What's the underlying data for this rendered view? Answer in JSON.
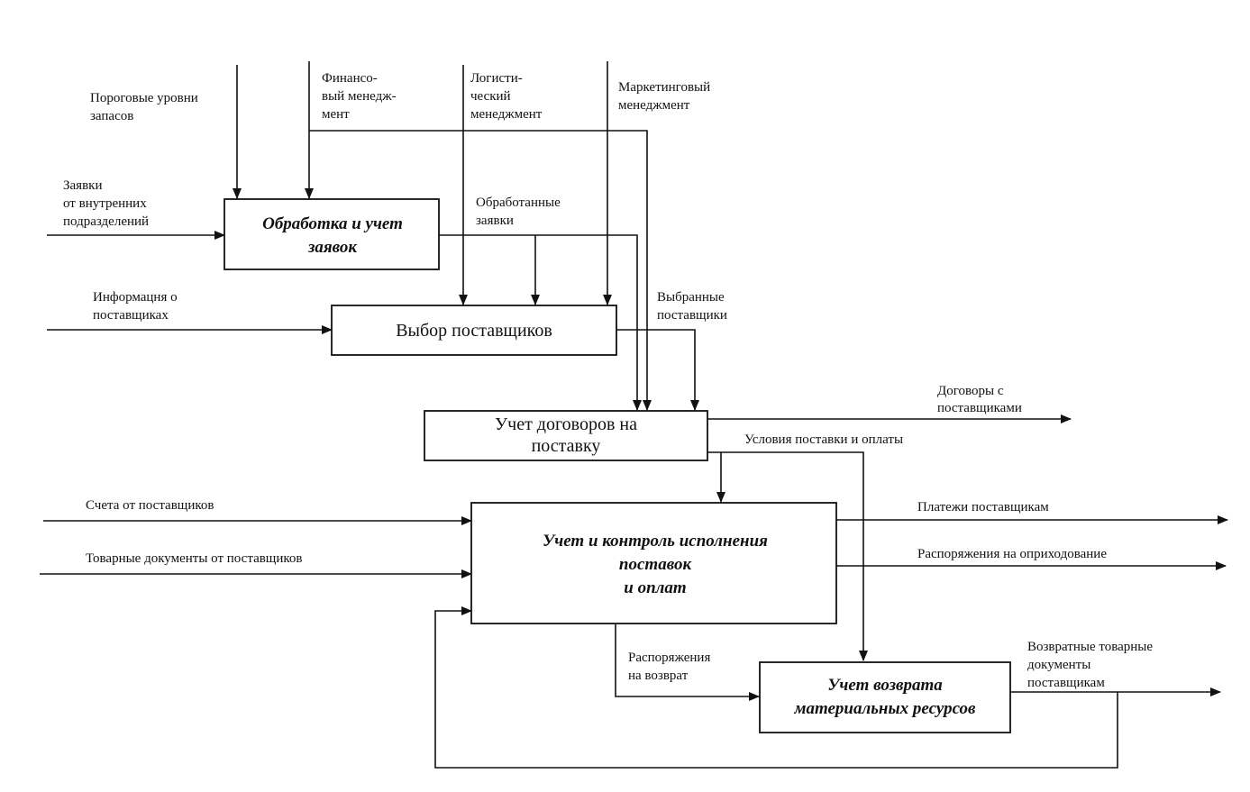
{
  "boxes": {
    "b1": {
      "lines": [
        "Обработка и учет",
        "заявок"
      ]
    },
    "b2": {
      "lines": [
        "Выбор поставщиков"
      ]
    },
    "b3": {
      "lines": [
        "Учет договоров на",
        "поставку"
      ]
    },
    "b4": {
      "lines": [
        "Учет и контроль исполнения",
        "поставок",
        "и оплат"
      ]
    },
    "b5": {
      "lines": [
        "Учет возврата",
        "материальных ресурсов"
      ]
    }
  },
  "labels": {
    "thresholds": [
      "Пороговые уровни",
      "запасов"
    ],
    "finance": [
      "Финансо-",
      "вый менедж-",
      "мент"
    ],
    "logistics": [
      "Логисти-",
      "ческий",
      "менеджмент"
    ],
    "marketing": [
      "Маркетинговый",
      "менеджмент"
    ],
    "requests": [
      "Заявки",
      "от внутренних",
      "подразделений"
    ],
    "processed": [
      "Обработанные",
      "заявки"
    ],
    "supplier_info": [
      "Информацня о",
      "поставщиках"
    ],
    "selected": [
      "Выбранные",
      "поставщики"
    ],
    "contracts": [
      "Договоры с",
      "поставщиками"
    ],
    "terms": [
      "Условия поставки и оплаты"
    ],
    "invoices": [
      "Счета от поставщиков"
    ],
    "goods_docs": [
      "Товарные документы от поставщиков"
    ],
    "payments": [
      "Платежи поставщикам"
    ],
    "receipt_orders": [
      "Распоряжения на оприходование"
    ],
    "return_orders": [
      "Распоряжения",
      "на возврат"
    ],
    "return_docs": [
      "Возвратные товарные",
      "документы",
      "поставщикам"
    ]
  }
}
